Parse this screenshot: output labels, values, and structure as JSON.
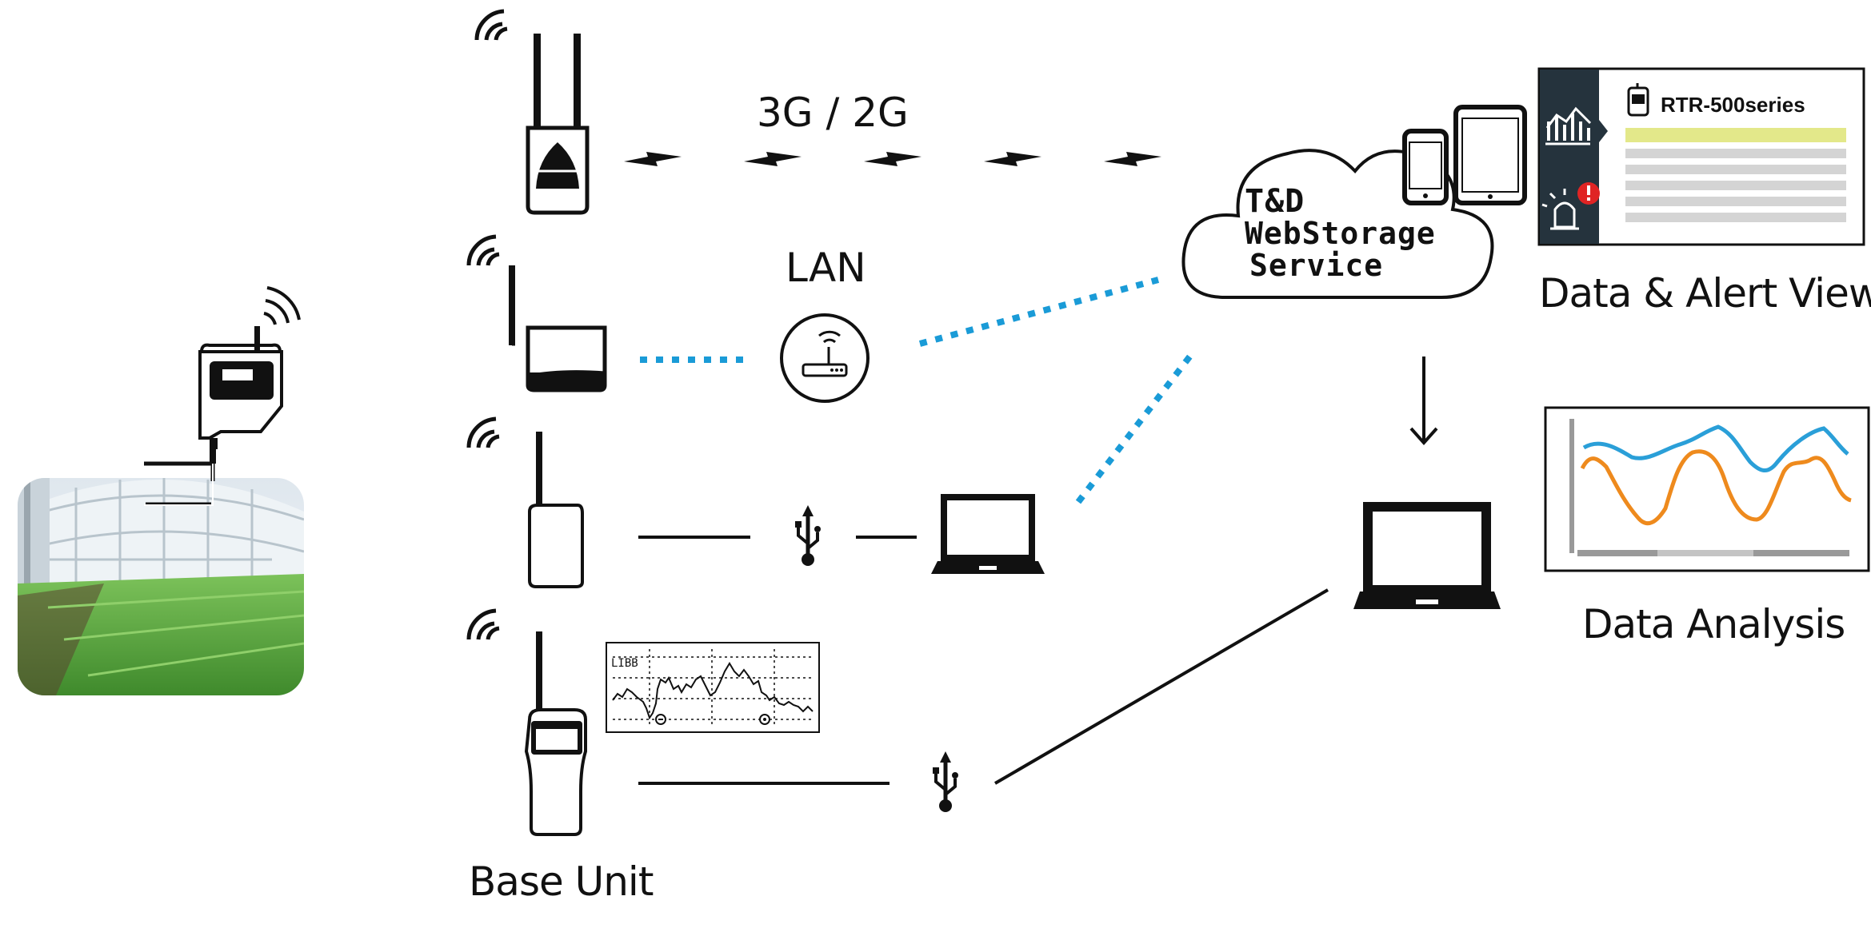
{
  "labels": {
    "cellular": "3G / 2G",
    "lan": "LAN",
    "base_unit": "Base Unit",
    "data_alert_view": "Data & Alert View",
    "data_analysis": "Data Analysis"
  },
  "cloud": {
    "line1": "T&D",
    "line2": "WebStorage",
    "line3": "Service"
  },
  "alert_panel": {
    "product_name": "RTR-500series"
  },
  "lcd_text": "LIBB",
  "colors": {
    "connection_dotted": "#1a9bd7",
    "series_blue": "#2a9fd8",
    "series_orange": "#ee8a1d",
    "panel_dark": "#25333d",
    "highlight_row": "#e3e88a",
    "alert_red": "#e02424",
    "greenhouse_grass": "#4e9a3a"
  },
  "icons": [
    "greenhouse-photo",
    "wireless-logger-icon",
    "cellular-base-unit-icon",
    "lan-base-unit-icon",
    "usb-base-unit-icon",
    "handheld-base-unit-icon",
    "router-icon",
    "usb-icon",
    "laptop-icon",
    "cloud-icon",
    "smartphone-icon",
    "tablet-icon",
    "chart-icon",
    "siren-icon"
  ]
}
